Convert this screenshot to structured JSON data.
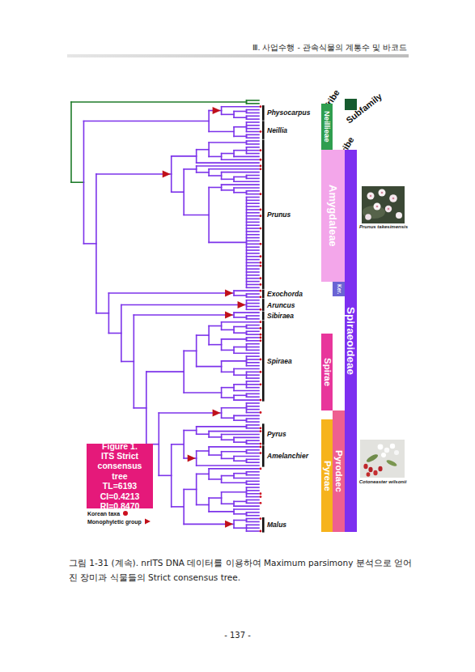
{
  "diagram": {
    "caption": "그림 1-31 (계속). nrITS DNA 데이터를 이용하여 Maximum parsimony 분석으로 얻어진 장미과 식물들의 Strict consensus tree.",
    "nodes": [
      {
        "text": [
          "Neillieae"
        ]
      },
      {
        "text": [
          "Amygdaleae"
        ]
      },
      {
        "text": [
          "Ker."
        ]
      },
      {
        "text": [
          "Spiraeoideae"
        ]
      },
      {
        "text": [
          "Spirae"
        ]
      },
      {
        "text": [
          "Pyrodaec"
        ]
      },
      {
        "text": [
          "Pyreae"
        ]
      },
      {
        "text": [
          "Figure 1.",
          "ITS Strict consensus tree",
          "TL=6193",
          "CI=0.4213",
          "RI=0.8470"
        ]
      }
    ],
    "labels": [
      "Ⅲ. 사업수행 - 관속식물의 계통수 및 바코드",
      "Tribe",
      "Subfamily",
      "Supertribe",
      "Physocarpus",
      "Neillia",
      "Prunus",
      "Exochorda",
      "Aruncus",
      "Sibiraea",
      "Spiraea",
      "Pyrus",
      "Amelanchier",
      "Malus",
      "Prunus takesimensis",
      "Cotoneaster wilsonii",
      "- 137 -"
    ],
    "legend": [
      {
        "text": "Korean taxa"
      },
      {
        "text": "Monophyletic group"
      }
    ]
  }
}
